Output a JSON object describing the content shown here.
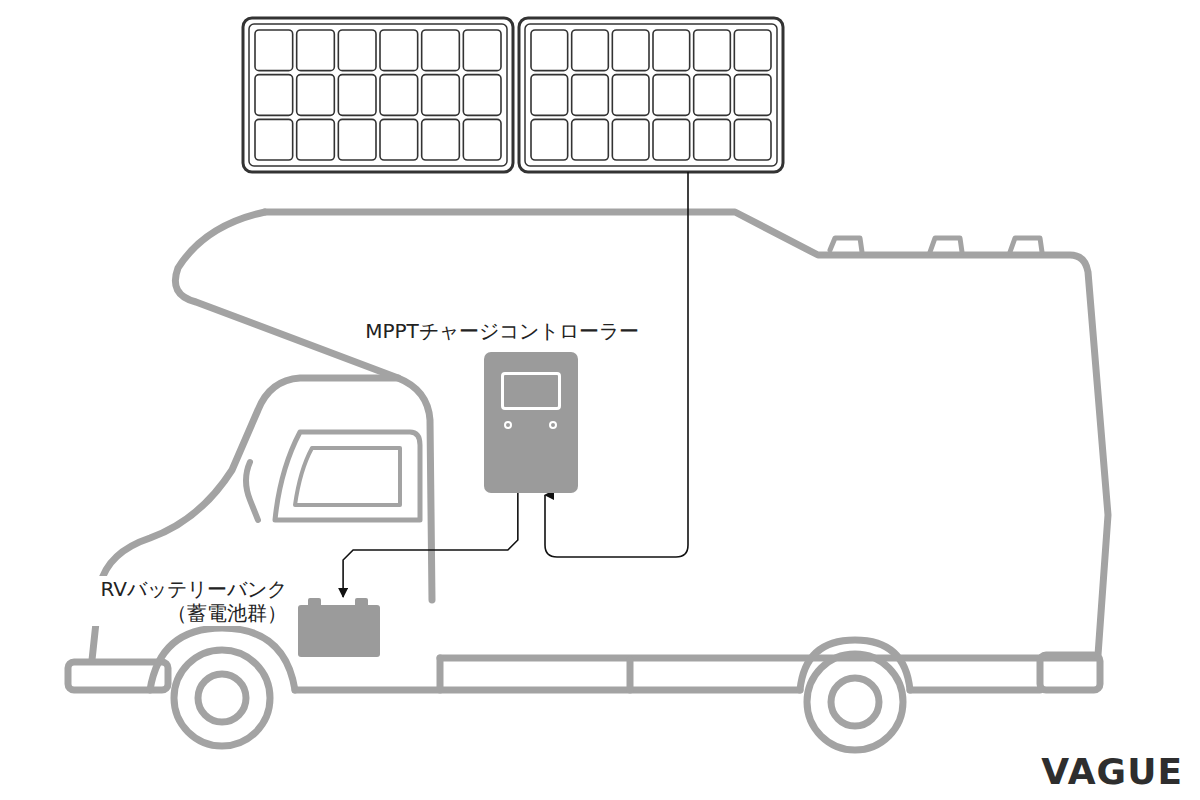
{
  "diagram": {
    "nodes": [
      {
        "text": [
          "MPPTチャージコントローラー"
        ]
      },
      {
        "text": [
          "RVバッテリーバンク （蓄電池群）"
        ]
      }
    ],
    "edges": [
      {
        "from": 0,
        "to": 1,
        "arrow": "to"
      }
    ],
    "labels": [
      "VAGUE"
    ]
  }
}
